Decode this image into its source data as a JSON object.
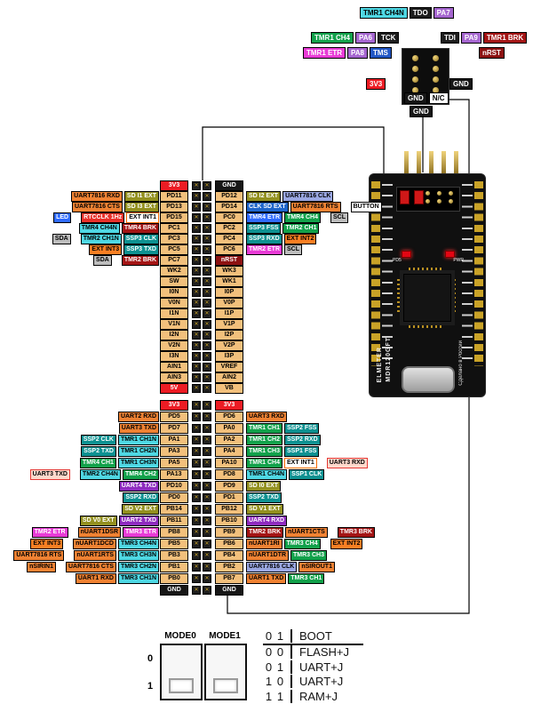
{
  "title": "ELMETER MDR120GFT pinout diagram",
  "colors": {
    "pin": {
      "bg": "#f2c07c",
      "fg": "#000"
    },
    "pwr": {
      "bg": "#ec1c24",
      "fg": "#fff"
    },
    "gnd": {
      "bg": "#161616",
      "fg": "#fff"
    },
    "nrst": {
      "bg": "#8c1111",
      "fg": "#fff"
    },
    "uart": {
      "bg": "#f08233",
      "fg": "#000"
    },
    "sd": {
      "bg": "#93901f",
      "fg": "#fff"
    },
    "ch": {
      "bg": "#12a14b",
      "fg": "#fff"
    },
    "chn": {
      "bg": "#4fd8e4",
      "fg": "#000"
    },
    "brk": {
      "bg": "#a31515",
      "fg": "#fff"
    },
    "etr": {
      "bg": "#e83bd6",
      "fg": "#fff"
    },
    "ssp": {
      "bg": "#0e9191",
      "fg": "#fff"
    },
    "extint": {
      "bg": "#fb7f23",
      "fg": "#000"
    },
    "extint_o": {
      "bg": "#ffffff",
      "fg": "#000",
      "bd": "#f96a00"
    },
    "i2c": {
      "bg": "#bdbdbd",
      "fg": "#000"
    },
    "led": {
      "bg": "#2f6bff",
      "fg": "#fff"
    },
    "rtc": {
      "bg": "#e8312a",
      "fg": "#fff"
    },
    "button": {
      "bg": "#ffffff",
      "fg": "#000"
    },
    "clksd": {
      "bg": "#1f66cc",
      "fg": "#fff"
    },
    "u7816clk": {
      "bg": "#9aa7e2",
      "fg": "#000"
    },
    "pa": {
      "bg": "#a566cf",
      "fg": "#fff"
    },
    "jtag": {
      "bg": "#1d1d1d",
      "fg": "#fff"
    },
    "tms": {
      "bg": "#2257c4",
      "fg": "#fff"
    },
    "uart4": {
      "bg": "#8e2bbf",
      "fg": "#fff"
    },
    "remap": {
      "bg": "#ffd9cc",
      "fg": "#000",
      "bd": "#e53935"
    },
    "nc": {
      "bg": "#ffffff",
      "fg": "#000"
    }
  },
  "jtag": {
    "row1": [
      {
        "t": "TMR1 CH4N",
        "c": "chn"
      },
      {
        "t": "TDO",
        "c": "jtag"
      },
      {
        "t": "PA7",
        "c": "pa"
      }
    ],
    "row2l": [
      {
        "t": "TMR1 CH4",
        "c": "ch"
      },
      {
        "t": "PA6",
        "c": "pa"
      },
      {
        "t": "TCK",
        "c": "jtag"
      }
    ],
    "row2r": [
      {
        "t": "TDI",
        "c": "jtag"
      },
      {
        "t": "PA9",
        "c": "pa"
      },
      {
        "t": "TMR1 BRK",
        "c": "brk"
      }
    ],
    "row3l": [
      {
        "t": "TMR1 ETR",
        "c": "etr"
      },
      {
        "t": "PA8",
        "c": "pa"
      },
      {
        "t": "TMS",
        "c": "tms"
      }
    ],
    "row3r": [
      {
        "t": "nRST",
        "c": "nrst"
      }
    ],
    "row4l": [
      {
        "t": "3V3",
        "c": "pwr"
      }
    ],
    "row4r": [
      {
        "t": "GND",
        "c": "gnd"
      }
    ],
    "row5": [
      {
        "t": "GND",
        "c": "gnd"
      },
      {
        "t": "N/C",
        "c": "nc"
      }
    ],
    "below": [
      {
        "t": "GND",
        "c": "gnd"
      }
    ]
  },
  "upper_rows": [
    {
      "lp": {
        "t": "3V3",
        "c": "pwr"
      },
      "rp": {
        "t": "GND",
        "c": "gnd"
      }
    },
    {
      "l": [
        {
          "t": "UART7816 RXD",
          "c": "uart"
        },
        {
          "t": "SD I1 EXT",
          "c": "sd"
        }
      ],
      "lp": {
        "t": "PD11",
        "c": "pin"
      },
      "rp": {
        "t": "PD12",
        "c": "pin"
      },
      "r": [
        {
          "t": "SD I2 EXT",
          "c": "sd"
        },
        {
          "t": "UART7816 CLK",
          "c": "u7816clk"
        }
      ]
    },
    {
      "l": [
        {
          "t": "UART7816 CTS",
          "c": "uart"
        },
        {
          "t": "SD I3 EXT",
          "c": "sd"
        }
      ],
      "lp": {
        "t": "PD13",
        "c": "pin"
      },
      "rp": {
        "t": "PD14",
        "c": "pin"
      },
      "r": [
        {
          "t": "CLK SD EXT",
          "c": "clksd"
        },
        {
          "t": "UART7816 RTS",
          "c": "uart"
        },
        {
          "t": "BUTTON",
          "c": "button",
          "gap": true
        }
      ]
    },
    {
      "l": [
        {
          "t": "LED",
          "c": "led",
          "gap": true
        },
        {
          "t": "RTCCLK 1Hz",
          "c": "rtc"
        },
        {
          "t": "EXT INT1",
          "c": "extint_o"
        }
      ],
      "lp": {
        "t": "PD15",
        "c": "pin"
      },
      "rp": {
        "t": "PC0",
        "c": "pin"
      },
      "r": [
        {
          "t": "TMR4 ETR",
          "c": "led"
        },
        {
          "t": "TMR4 CH4",
          "c": "ch"
        },
        {
          "t": "SCL",
          "c": "i2c",
          "gap": true
        }
      ]
    },
    {
      "l": [
        {
          "t": "TMR4 CH4N",
          "c": "chn"
        },
        {
          "t": "TMR4 BRK",
          "c": "brk"
        }
      ],
      "lp": {
        "t": "PC1",
        "c": "pin"
      },
      "rp": {
        "t": "PC2",
        "c": "pin"
      },
      "r": [
        {
          "t": "SSP3 FSS",
          "c": "ssp"
        },
        {
          "t": "TMR2 CH1",
          "c": "ch"
        }
      ]
    },
    {
      "l": [
        {
          "t": "SDA",
          "c": "i2c",
          "gap": true
        },
        {
          "t": "TMR2 CH1N",
          "c": "chn"
        },
        {
          "t": "SSP3 CLK",
          "c": "ssp"
        }
      ],
      "lp": {
        "t": "PC3",
        "c": "pin"
      },
      "rp": {
        "t": "PC4",
        "c": "pin"
      },
      "r": [
        {
          "t": "SSP3 RXD",
          "c": "ssp"
        },
        {
          "t": "EXT INT2",
          "c": "extint"
        }
      ]
    },
    {
      "l": [
        {
          "t": "EXT INT3",
          "c": "extint"
        },
        {
          "t": "SSP3 TXD",
          "c": "ssp"
        }
      ],
      "lp": {
        "t": "PC5",
        "c": "pin"
      },
      "rp": {
        "t": "PC6",
        "c": "pin"
      },
      "r": [
        {
          "t": "TMR2 ETR",
          "c": "etr"
        },
        {
          "t": "SCL",
          "c": "i2c"
        }
      ]
    },
    {
      "l": [
        {
          "t": "SDA",
          "c": "i2c",
          "gap": true
        },
        {
          "t": "TMR2 BRK",
          "c": "brk"
        }
      ],
      "lp": {
        "t": "PC7",
        "c": "pin"
      },
      "rp": {
        "t": "nRST",
        "c": "nrst"
      }
    },
    {
      "lp": {
        "t": "WK2",
        "c": "pin"
      },
      "rp": {
        "t": "WK3",
        "c": "pin"
      }
    },
    {
      "lp": {
        "t": "SW",
        "c": "pin"
      },
      "rp": {
        "t": "WK1",
        "c": "pin"
      }
    },
    {
      "lp": {
        "t": "I0N",
        "c": "pin"
      },
      "rp": {
        "t": "I0P",
        "c": "pin"
      }
    },
    {
      "lp": {
        "t": "V0N",
        "c": "pin"
      },
      "rp": {
        "t": "V0P",
        "c": "pin"
      }
    },
    {
      "lp": {
        "t": "I1N",
        "c": "pin"
      },
      "rp": {
        "t": "I1P",
        "c": "pin"
      }
    },
    {
      "lp": {
        "t": "V1N",
        "c": "pin"
      },
      "rp": {
        "t": "V1P",
        "c": "pin"
      }
    },
    {
      "lp": {
        "t": "I2N",
        "c": "pin"
      },
      "rp": {
        "t": "I2P",
        "c": "pin"
      }
    },
    {
      "lp": {
        "t": "V2N",
        "c": "pin"
      },
      "rp": {
        "t": "V2P",
        "c": "pin"
      }
    },
    {
      "lp": {
        "t": "I3N",
        "c": "pin"
      },
      "rp": {
        "t": "I3P",
        "c": "pin"
      }
    },
    {
      "lp": {
        "t": "AIN1",
        "c": "pin"
      },
      "rp": {
        "t": "VREF",
        "c": "pin"
      }
    },
    {
      "lp": {
        "t": "AIN3",
        "c": "pin"
      },
      "rp": {
        "t": "AIN2",
        "c": "pin"
      }
    },
    {
      "lp": {
        "t": "5V",
        "c": "pwr"
      },
      "rp": {
        "t": "VB",
        "c": "pin"
      }
    }
  ],
  "lower_rows": [
    {
      "lp": {
        "t": "3V3",
        "c": "pwr"
      },
      "rp": {
        "t": "3V3",
        "c": "pwr"
      }
    },
    {
      "l": [
        {
          "t": "UART2 RXD",
          "c": "uart"
        }
      ],
      "lp": {
        "t": "PD5",
        "c": "pin"
      },
      "rp": {
        "t": "PD6",
        "c": "pin"
      },
      "r": [
        {
          "t": "UART3 RXD",
          "c": "uart"
        }
      ]
    },
    {
      "l": [
        {
          "t": "UART3 TXD",
          "c": "uart"
        }
      ],
      "lp": {
        "t": "PD7",
        "c": "pin"
      },
      "rp": {
        "t": "PA0",
        "c": "pin"
      },
      "r": [
        {
          "t": "TMR1 CH1",
          "c": "ch"
        },
        {
          "t": "SSP2 FSS",
          "c": "ssp"
        }
      ]
    },
    {
      "l": [
        {
          "t": "SSP2 CLK",
          "c": "ssp"
        },
        {
          "t": "TMR1 CH1N",
          "c": "chn"
        }
      ],
      "lp": {
        "t": "PA1",
        "c": "pin"
      },
      "rp": {
        "t": "PA2",
        "c": "pin"
      },
      "r": [
        {
          "t": "TMR1 CH2",
          "c": "ch"
        },
        {
          "t": "SSP2 RXD",
          "c": "ssp"
        }
      ]
    },
    {
      "l": [
        {
          "t": "SSP2 TXD",
          "c": "ssp"
        },
        {
          "t": "TMR1 CH2N",
          "c": "chn"
        }
      ],
      "lp": {
        "t": "PA3",
        "c": "pin"
      },
      "rp": {
        "t": "PA4",
        "c": "pin"
      },
      "r": [
        {
          "t": "TMR1 CH3",
          "c": "ch"
        },
        {
          "t": "SSP1 FSS",
          "c": "ssp"
        }
      ]
    },
    {
      "l": [
        {
          "t": "TMR4 CH1",
          "c": "ch"
        },
        {
          "t": "TMR1 CH3N",
          "c": "chn"
        }
      ],
      "lp": {
        "t": "PA5",
        "c": "pin"
      },
      "rp": {
        "t": "PA10",
        "c": "pin"
      },
      "r": [
        {
          "t": "TMR1 CH4",
          "c": "ch"
        },
        {
          "t": "EXT INT1",
          "c": "extint_o"
        },
        {
          "t": "UART3 RXD",
          "c": "remap",
          "gap": true
        }
      ]
    },
    {
      "l": [
        {
          "t": "UART3 TXD",
          "c": "remap",
          "gap": true
        },
        {
          "t": "TMR2 CH4N",
          "c": "chn"
        },
        {
          "t": "TMR4 CH2",
          "c": "ch"
        }
      ],
      "lp": {
        "t": "PA13",
        "c": "pin"
      },
      "rp": {
        "t": "PD8",
        "c": "pin"
      },
      "r": [
        {
          "t": "TMR1 CH4N",
          "c": "chn"
        },
        {
          "t": "SSP1 CLK",
          "c": "ssp"
        }
      ]
    },
    {
      "l": [
        {
          "t": "UART4 TXD",
          "c": "uart4"
        }
      ],
      "lp": {
        "t": "PD10",
        "c": "pin"
      },
      "rp": {
        "t": "PD9",
        "c": "pin"
      },
      "r": [
        {
          "t": "SD I0 EXT",
          "c": "sd"
        }
      ]
    },
    {
      "l": [
        {
          "t": "SSP2 RXD",
          "c": "ssp"
        }
      ],
      "lp": {
        "t": "PD0",
        "c": "pin"
      },
      "rp": {
        "t": "PD1",
        "c": "pin"
      },
      "r": [
        {
          "t": "SSP2 TXD",
          "c": "ssp"
        }
      ]
    },
    {
      "l": [
        {
          "t": "SD V2 EXT",
          "c": "sd"
        }
      ],
      "lp": {
        "t": "PB14",
        "c": "pin"
      },
      "rp": {
        "t": "PB12",
        "c": "pin"
      },
      "r": [
        {
          "t": "SD V1 EXT",
          "c": "sd"
        }
      ]
    },
    {
      "l": [
        {
          "t": "SD V0 EXT",
          "c": "sd"
        },
        {
          "t": "UART2 TXD",
          "c": "uart4"
        }
      ],
      "lp": {
        "t": "PB11",
        "c": "pin"
      },
      "rp": {
        "t": "PB10",
        "c": "pin"
      },
      "r": [
        {
          "t": "UART4 RXD",
          "c": "uart4"
        }
      ]
    },
    {
      "l": [
        {
          "t": "TMR2 ETR",
          "c": "etr",
          "gap": true
        },
        {
          "t": "nUART1DSR",
          "c": "uart"
        },
        {
          "t": "TMR3 ETR",
          "c": "etr"
        }
      ],
      "lp": {
        "t": "PB8",
        "c": "pin"
      },
      "rp": {
        "t": "PB9",
        "c": "pin"
      },
      "r": [
        {
          "t": "TMR2 BRK",
          "c": "brk"
        },
        {
          "t": "nUART1CTS",
          "c": "uart"
        },
        {
          "t": "TMR3 BRK",
          "c": "brk",
          "gap": true
        }
      ]
    },
    {
      "l": [
        {
          "t": "EXT INT3",
          "c": "extint",
          "gap": true
        },
        {
          "t": "nUART1DCD",
          "c": "uart"
        },
        {
          "t": "TMR3 CH4N",
          "c": "chn"
        }
      ],
      "lp": {
        "t": "PB5",
        "c": "pin"
      },
      "rp": {
        "t": "PB6",
        "c": "pin"
      },
      "r": [
        {
          "t": "nUART1RI",
          "c": "uart"
        },
        {
          "t": "TMR3 CH4",
          "c": "ch"
        },
        {
          "t": "EXT INT2",
          "c": "extint",
          "gap": true
        }
      ]
    },
    {
      "l": [
        {
          "t": "UART7816 RTS",
          "c": "uart",
          "gap": true
        },
        {
          "t": "nUART1RTS",
          "c": "uart"
        },
        {
          "t": "TMR3 CH3N",
          "c": "chn"
        }
      ],
      "lp": {
        "t": "PB3",
        "c": "pin"
      },
      "rp": {
        "t": "PB4",
        "c": "pin"
      },
      "r": [
        {
          "t": "nUART1DTR",
          "c": "uart"
        },
        {
          "t": "TMR3 CH3",
          "c": "ch"
        }
      ]
    },
    {
      "l": [
        {
          "t": "nSIRIN1",
          "c": "uart",
          "gap": true
        },
        {
          "t": "UART7816 CTS",
          "c": "uart"
        },
        {
          "t": "TMR3 CH2N",
          "c": "chn"
        }
      ],
      "lp": {
        "t": "PB1",
        "c": "pin"
      },
      "rp": {
        "t": "PB2",
        "c": "pin"
      },
      "r": [
        {
          "t": "UART7816 CLK",
          "c": "u7816clk"
        },
        {
          "t": "nSIROUT1",
          "c": "uart"
        }
      ]
    },
    {
      "l": [
        {
          "t": "UART1 RXD",
          "c": "uart"
        },
        {
          "t": "TMR3 CH1N",
          "c": "chn"
        }
      ],
      "lp": {
        "t": "PB0",
        "c": "pin"
      },
      "rp": {
        "t": "PB7",
        "c": "pin"
      },
      "r": [
        {
          "t": "UART1 TXD",
          "c": "uart"
        },
        {
          "t": "TMR3 CH1",
          "c": "ch"
        }
      ]
    },
    {
      "lp": {
        "t": "GND",
        "c": "gnd"
      },
      "rp": {
        "t": "GND",
        "c": "gnd"
      }
    }
  ],
  "board": {
    "brand": "ELMETER",
    "model": "MDR120GFT",
    "made_in": "Сделано в России",
    "led1": "PD5",
    "led2": "PWR"
  },
  "mode": {
    "switch_labels": [
      "MODE0",
      "MODE1"
    ],
    "scale": [
      "0",
      "1"
    ],
    "table_header": [
      "0",
      "1",
      "BOOT"
    ],
    "table_rows": [
      [
        "0",
        "0",
        "FLASH+J"
      ],
      [
        "0",
        "1",
        "UART+J"
      ],
      [
        "1",
        "0",
        "UART+J"
      ],
      [
        "1",
        "1",
        "RAM+J"
      ]
    ]
  }
}
